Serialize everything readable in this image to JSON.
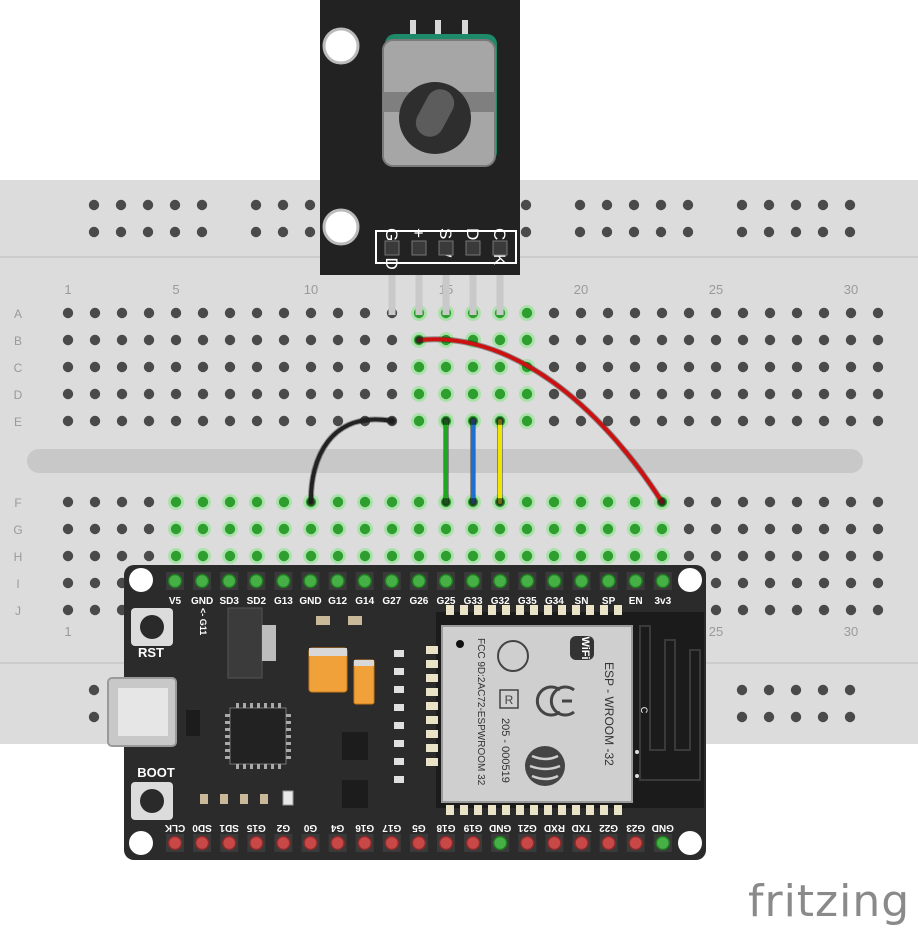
{
  "breadboard": {
    "column_numbers": [
      "1",
      "5",
      "10",
      "15",
      "20",
      "25",
      "30"
    ],
    "row_labels": [
      "A",
      "B",
      "C",
      "D",
      "E",
      "F",
      "G",
      "H",
      "I",
      "J"
    ],
    "columns": 31
  },
  "encoder": {
    "pin_labels": [
      "GND",
      "+",
      "SW",
      "DT",
      "CLK"
    ]
  },
  "esp32": {
    "top_pins": [
      "V5",
      "GND",
      "SD3",
      "SD2",
      "G13",
      "GND",
      "G12",
      "G14",
      "G27",
      "G26",
      "G25",
      "G33",
      "G32",
      "G35",
      "G34",
      "SN",
      "SP",
      "EN",
      "3v3"
    ],
    "bottom_pins": [
      "CLK",
      "SD0",
      "SD1",
      "G15",
      "G2",
      "G0",
      "G4",
      "G16",
      "G17",
      "G5",
      "G18",
      "G19",
      "GND",
      "G21",
      "RXD",
      "TXD",
      "G22",
      "G23",
      "GND"
    ],
    "rst_label": "RST",
    "boot_label": "BOOT",
    "g11_label": "<- G11",
    "module_lines": [
      "ESP - WROOM -32",
      "205 - 000519",
      "FCC  9D:2AC72-ESPWROOM 32"
    ],
    "wifi_text": "WiFi",
    "r_mark": "R",
    "c_mark": "C"
  },
  "wires": [
    {
      "name": "gnd-wire",
      "color": "#222222"
    },
    {
      "name": "vcc-wire",
      "color": "#cc1111"
    },
    {
      "name": "sw-wire",
      "color": "#1fa81f"
    },
    {
      "name": "dt-wire",
      "color": "#1f6fd1"
    },
    {
      "name": "clk-wire",
      "color": "#f2e600"
    }
  ],
  "colors": {
    "board": "#2b2b2b",
    "breadboard": "#dcdcdc",
    "hole_green": "#3dbf3d",
    "pin_red": "#c84848"
  },
  "watermark": "fritzing"
}
